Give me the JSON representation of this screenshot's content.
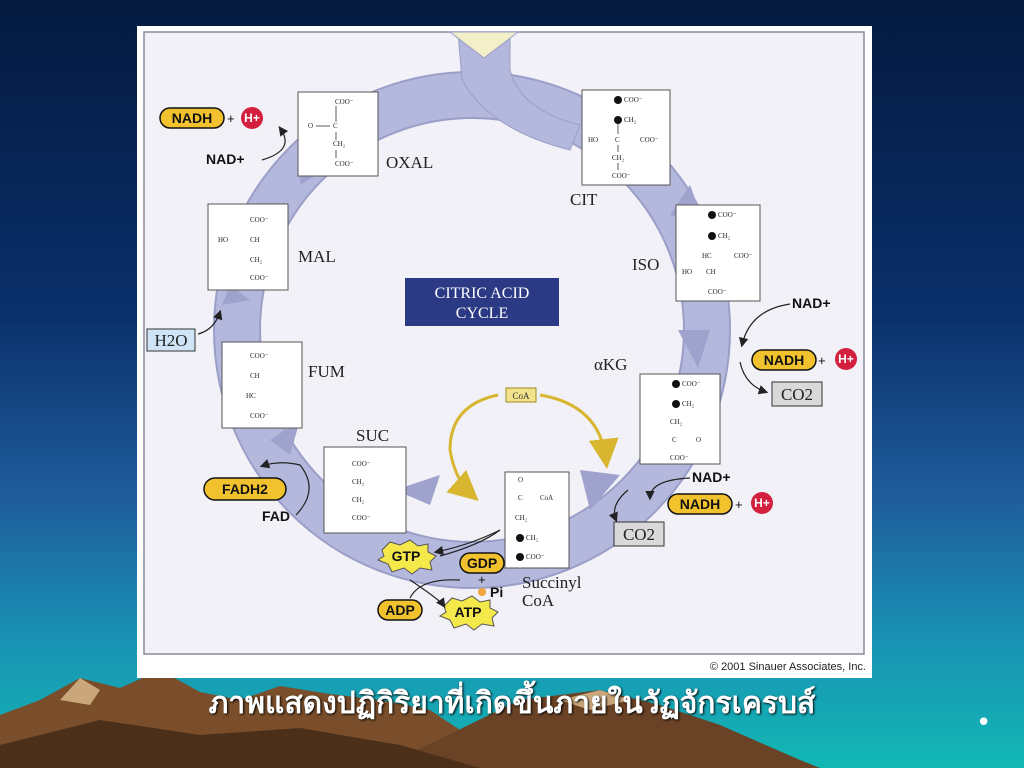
{
  "diagram": {
    "title_line1": "CITRIC ACID",
    "title_line2": "CYCLE",
    "copyright": "© 2001 Sinauer Associates, Inc.",
    "intermediates": {
      "cit": "CIT",
      "iso": "ISO",
      "akg": "αKG",
      "succinyl_1": "Succinyl",
      "succinyl_2": "CoA",
      "suc": "SUC",
      "fum": "FUM",
      "mal": "MAL",
      "oxal": "OXAL"
    },
    "cofactors": {
      "nadh": "NADH",
      "nad_plus": "NAD+",
      "h_plus": "H+",
      "co2": "CO2",
      "fadh2": "FADH2",
      "fad": "FAD",
      "h2o": "H2O",
      "gtp": "GTP",
      "gdp": "GDP",
      "adp": "ADP",
      "atp": "ATP",
      "pi": "Pi",
      "coa": "CoA"
    },
    "molecules": {
      "coo": "COO⁻",
      "ch2": "CH₂",
      "ch": "CH",
      "hc": "HC",
      "c": "C",
      "ho": "HO",
      "o_eq": "O",
      "coa": "CoA"
    }
  },
  "caption": "ภาพแสดงปฏิกิริยาที่เกิดขึ้นภายในวัฏจักรเครบส์",
  "bullet": "•",
  "colors": {
    "pill_yellow": "#f2c22e",
    "hplus_red": "#d4203f",
    "cycle_arrow": "#b4b8dc",
    "title_box": "#2c3a86",
    "co2_box": "#d9d9d9",
    "h2o_box": "#cfe5f7",
    "starburst": "#f5e84a"
  }
}
